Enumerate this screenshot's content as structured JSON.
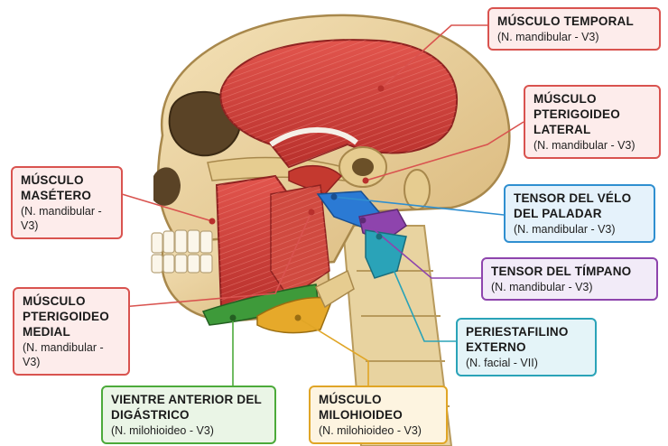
{
  "labels": {
    "temporal": {
      "title": "MÚSCULO TEMPORAL",
      "nerve": "(N. mandibular - V3)",
      "color": "#d9534f"
    },
    "pterigoideo_lat": {
      "title": "MÚSCULO PTERIGOIDEO LATERAL",
      "nerve": "(N. mandibular - V3)",
      "color": "#d9534f"
    },
    "masetero": {
      "title": "MÚSCULO MASÉTERO",
      "nerve": "(N. mandibular - V3)",
      "color": "#d9534f"
    },
    "tensor_velo": {
      "title": "TENSOR DEL VÉLO DEL PALADAR",
      "nerve": "(N. mandibular - V3)",
      "color": "#2f8fd0"
    },
    "tensor_timpano": {
      "title": "TENSOR DEL TÍMPANO",
      "nerve": "(N. mandibular - V3)",
      "color": "#8e44ad"
    },
    "pterigoideo_med": {
      "title": "MÚSCULO PTERIGOIDEO MEDIAL",
      "nerve": "(N. mandibular - V3)",
      "color": "#d9534f"
    },
    "periestafilino": {
      "title": "PERIESTAFILINO EXTERNO",
      "nerve": "(N. facial - VII)",
      "color": "#2aa3b8"
    },
    "digastrico": {
      "title": "VIENTRE ANTERIOR DEL DIGÁSTRICO",
      "nerve": "(N. milohioideo - V3)",
      "color": "#4caa3a"
    },
    "milohioideo": {
      "title": "MÚSCULO MILOHIOIDEO",
      "nerve": "(N. milohioideo - V3)",
      "color": "#e0a526"
    }
  }
}
